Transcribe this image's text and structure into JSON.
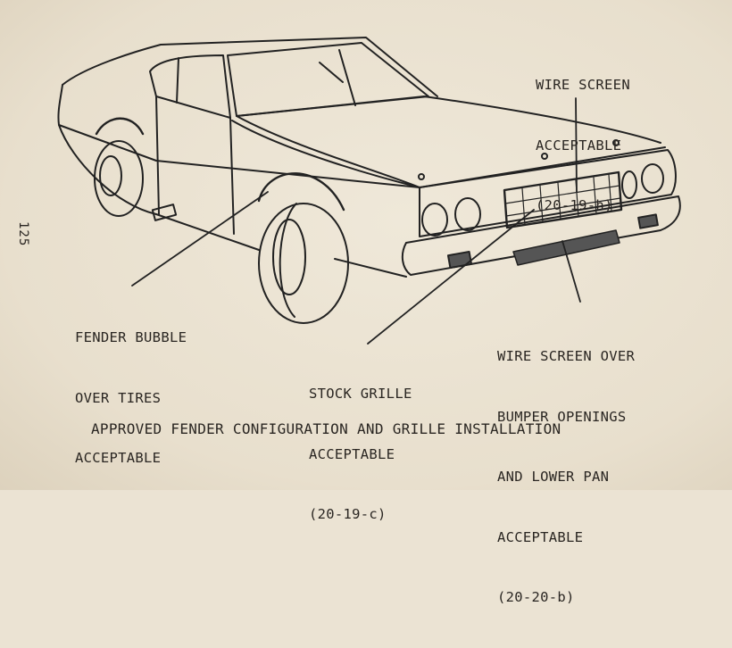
{
  "page_number": "125",
  "callouts": {
    "wire_screen": [
      "WIRE SCREEN",
      "ACCEPTABLE",
      "(20-19-h)"
    ],
    "fender_bubble": [
      "FENDER BUBBLE",
      "OVER TIRES",
      "ACCEPTABLE"
    ],
    "stock_grille": [
      "STOCK GRILLE",
      "ACCEPTABLE",
      "(20-19-c)"
    ],
    "bumper_screen": [
      "WIRE SCREEN OVER",
      "BUMPER OPENINGS",
      "AND LOWER PAN",
      "ACCEPTABLE",
      "(20-20-b)"
    ]
  },
  "caption": "APPROVED FENDER CONFIGURATION AND GRILLE INSTALLATION"
}
